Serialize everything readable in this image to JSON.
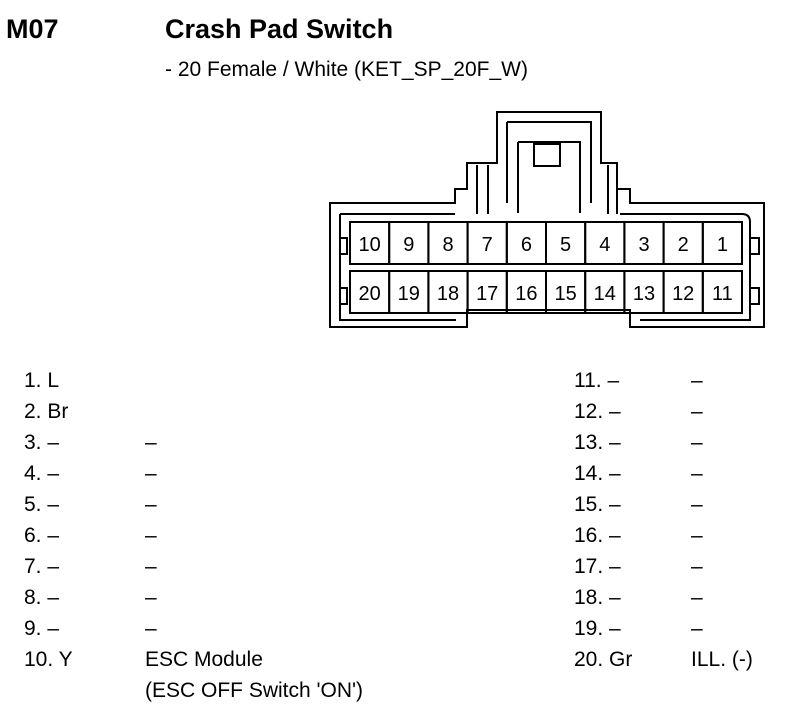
{
  "header": {
    "code": "M07",
    "title": "Crash Pad Switch",
    "subtitle": "- 20 Female / White (KET_SP_20F_W)"
  },
  "connector": {
    "top_row": [
      "10",
      "9",
      "8",
      "7",
      "6",
      "5",
      "4",
      "3",
      "2",
      "1"
    ],
    "bottom_row": [
      "20",
      "19",
      "18",
      "17",
      "16",
      "15",
      "14",
      "13",
      "12",
      "11"
    ]
  },
  "pins_left": [
    {
      "num": "1. L",
      "desc": ""
    },
    {
      "num": "2. Br",
      "desc": ""
    },
    {
      "num": "3. –",
      "desc": "–"
    },
    {
      "num": "4. –",
      "desc": "–"
    },
    {
      "num": "5. –",
      "desc": "–"
    },
    {
      "num": "6. –",
      "desc": "–"
    },
    {
      "num": "7. –",
      "desc": "–"
    },
    {
      "num": "8. –",
      "desc": "–"
    },
    {
      "num": "9. –",
      "desc": "–"
    },
    {
      "num": "10. Y",
      "desc": "ESC Module",
      "desc2": "(ESC OFF Switch 'ON')"
    }
  ],
  "pins_right": [
    {
      "num": "11. –",
      "desc": "–"
    },
    {
      "num": "12. –",
      "desc": "–"
    },
    {
      "num": "13. –",
      "desc": "–"
    },
    {
      "num": "14. –",
      "desc": "–"
    },
    {
      "num": "15. –",
      "desc": "–"
    },
    {
      "num": "16. –",
      "desc": "–"
    },
    {
      "num": "17. –",
      "desc": "–"
    },
    {
      "num": "18. –",
      "desc": "–"
    },
    {
      "num": "19. –",
      "desc": "–"
    },
    {
      "num": "20. Gr",
      "desc": "ILL. (-)"
    }
  ]
}
